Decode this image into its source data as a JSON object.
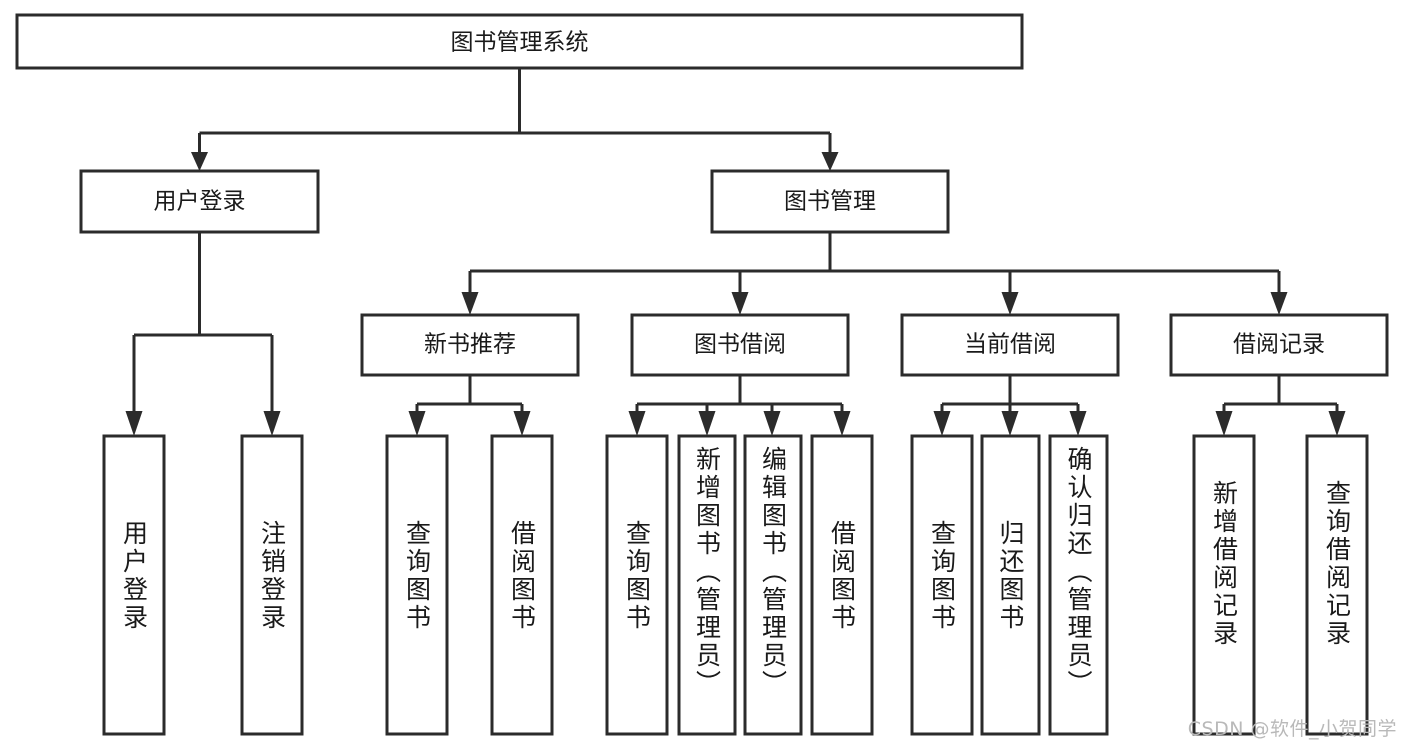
{
  "diagram": {
    "title": "图书管理系统",
    "type": "tree",
    "watermark": "CSDN @软件_小贺同学",
    "levels": {
      "root": {
        "label": "图书管理系统"
      },
      "level2": [
        {
          "id": "user-login",
          "label": "用户登录"
        },
        {
          "id": "book-management",
          "label": "图书管理"
        }
      ],
      "level3": [
        {
          "id": "new-book-recommend",
          "label": "新书推荐",
          "parent": "book-management"
        },
        {
          "id": "book-borrow",
          "label": "图书借阅",
          "parent": "book-management"
        },
        {
          "id": "current-borrow",
          "label": "当前借阅",
          "parent": "book-management"
        },
        {
          "id": "borrow-record",
          "label": "借阅记录",
          "parent": "book-management"
        }
      ],
      "leaves": [
        {
          "id": "leaf-user-login",
          "label": "用户登录",
          "parent": "user-login"
        },
        {
          "id": "leaf-user-logout",
          "label": "注销登录",
          "parent": "user-login"
        },
        {
          "id": "leaf-query-book-1",
          "label": "查询图书",
          "parent": "new-book-recommend"
        },
        {
          "id": "leaf-borrow-book-1",
          "label": "借阅图书",
          "parent": "new-book-recommend"
        },
        {
          "id": "leaf-query-book-2",
          "label": "查询图书",
          "parent": "book-borrow"
        },
        {
          "id": "leaf-add-book",
          "label": "新增图书（管理员）",
          "parent": "book-borrow"
        },
        {
          "id": "leaf-edit-book",
          "label": "编辑图书（管理员）",
          "parent": "book-borrow"
        },
        {
          "id": "leaf-borrow-book-2",
          "label": "借阅图书",
          "parent": "book-borrow"
        },
        {
          "id": "leaf-query-book-3",
          "label": "查询图书",
          "parent": "current-borrow"
        },
        {
          "id": "leaf-return-book",
          "label": "归还图书",
          "parent": "current-borrow"
        },
        {
          "id": "leaf-confirm-return",
          "label": "确认归还（管理员）",
          "parent": "current-borrow"
        },
        {
          "id": "leaf-add-record",
          "label": "新增借阅记录",
          "parent": "borrow-record"
        },
        {
          "id": "leaf-query-record",
          "label": "查询借阅记录",
          "parent": "borrow-record"
        }
      ]
    },
    "colors": {
      "box_stroke": "#2b2b2b",
      "box_fill": "#ffffff",
      "text": "#1a1a1a",
      "background": "#ffffff",
      "watermark": "#b9b9b9"
    }
  }
}
